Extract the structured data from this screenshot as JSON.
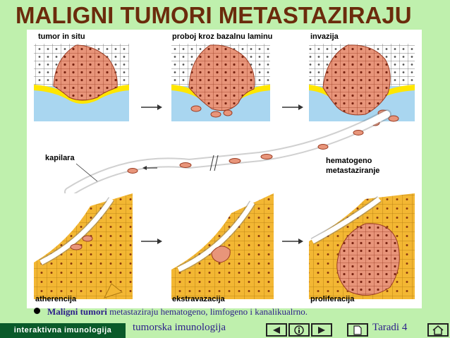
{
  "title": "MALIGNI TUMORI METASTAZIRAJU",
  "diagram": {
    "labels": {
      "tumor_in_situ": "tumor in situ",
      "proboj": "proboj kroz bazalnu laminu",
      "invazija": "invazija",
      "kapilara": "kapilara",
      "hematogeno_1": "hematogeno",
      "hematogeno_2": "metastaziranje",
      "atherencija": "atherencija",
      "ekstravazacija": "ekstravazacija",
      "proliferacija": "proliferacija"
    },
    "colors": {
      "tumor": "#e8957a",
      "tumor_outline": "#9a3b22",
      "lamina": "#ffe600",
      "stroma": "#a9d6f0",
      "tissue": "#f3b733"
    }
  },
  "caption": {
    "bold": "Maligni tumori",
    "rest": " metastaziraju hematogeno, limfogeno i kanalikualrno."
  },
  "footer": {
    "brand": "interaktivna imunologija",
    "section": "tumorska imunologija",
    "slide": "Taradi 4"
  },
  "nav": {
    "prev": "arrow-left-icon",
    "info": "info-icon",
    "next": "arrow-right-icon",
    "page": "page-icon",
    "home": "home-icon"
  }
}
